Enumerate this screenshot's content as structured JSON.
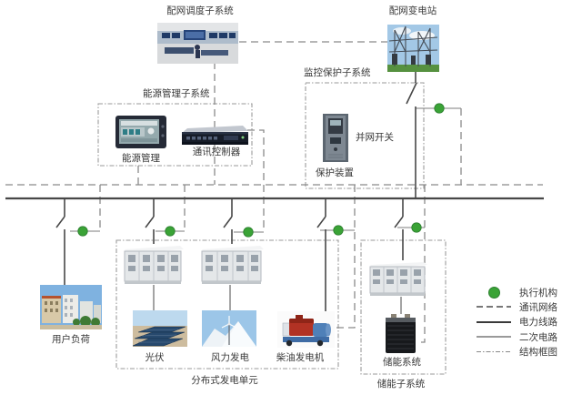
{
  "diagram": {
    "nodes": {
      "dispatch_subsystem": "配网调度子系统",
      "substation": "配网变电站",
      "monitoring_protection_subsystem": "监控保护子系统",
      "energy_management_subsystem": "能源管理子系统",
      "energy_management": "能源管理",
      "communication_controller": "通讯控制器",
      "grid_connection_switch": "并网开关",
      "protection_device": "保护装置",
      "user_load": "用户负荷",
      "distributed_generation_unit": "分布式发电单元",
      "photovoltaic": "光伏",
      "wind_power": "风力发电",
      "diesel_generator": "柴油发电机",
      "energy_storage_system": "储能系统",
      "energy_storage_subsystem": "储能子系统"
    },
    "legend": {
      "items": [
        {
          "label": "执行机构",
          "symbol": "actuator-dot"
        },
        {
          "label": "通讯网络",
          "symbol": "dashed-line"
        },
        {
          "label": "电力线路",
          "symbol": "thick-solid-line"
        },
        {
          "label": "二次电路",
          "symbol": "thin-solid-line"
        },
        {
          "label": "结构框图",
          "symbol": "dash-dot-line"
        }
      ]
    },
    "colors": {
      "actuator_green": "#3aa336",
      "power_line": "#474747",
      "comm_line": "#8a8a8a",
      "structure_box": "#9a9a9a",
      "text": "#3a3a3a"
    }
  }
}
